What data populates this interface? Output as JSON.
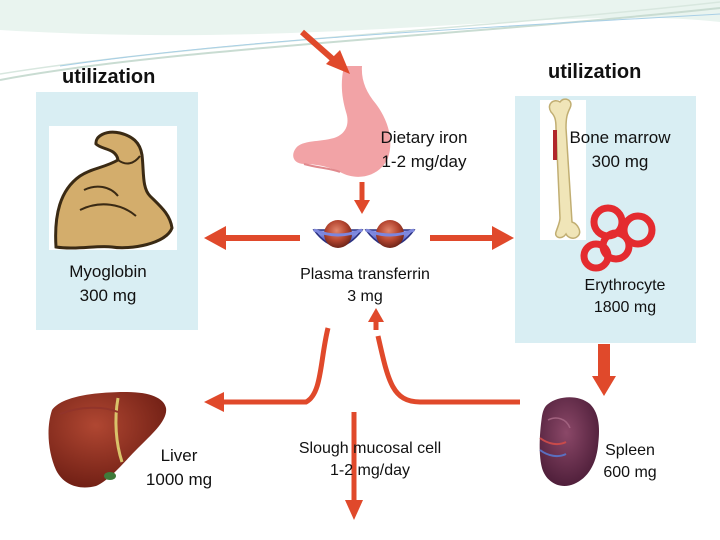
{
  "header": {
    "left_label": "utilization",
    "right_label": "utilization"
  },
  "nodes": {
    "dietary": {
      "name": "Dietary iron",
      "amount": "1-2 mg/day",
      "icon": "stomach-icon"
    },
    "transferrin": {
      "name": "Plasma transferrin",
      "amount": "3 mg",
      "icon": "transferrin-molecule-icon"
    },
    "myoglobin": {
      "name": "Myoglobin",
      "amount": "300 mg",
      "icon": "flexed-arm-muscle-icon"
    },
    "bone_marrow": {
      "name": "Bone marrow",
      "amount": "300 mg",
      "icon": "bone-icon"
    },
    "erythrocyte": {
      "name": "Erythrocyte",
      "amount": "1800 mg",
      "icon": "red-blood-cells-icon"
    },
    "liver": {
      "name": "Liver",
      "amount": "1000 mg",
      "icon": "liver-icon"
    },
    "slough": {
      "name": "Slough mucosal cell",
      "amount": "1-2 mg/day"
    },
    "spleen": {
      "name": "Spleen",
      "amount": "600 mg",
      "icon": "spleen-icon"
    }
  },
  "colors": {
    "arrow": "#e0492b",
    "panel": "#d9eef3",
    "stomach": "#f2a3a6",
    "cells": "#e42b2f"
  }
}
